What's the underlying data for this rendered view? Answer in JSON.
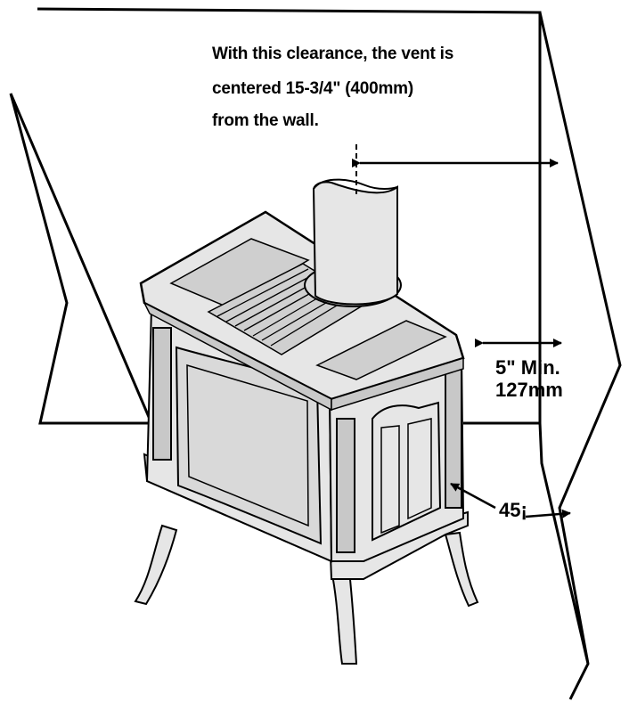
{
  "annotation": {
    "lines": [
      "With this clearance, the vent is",
      "centered 15-3/4\"  (400mm)",
      "from the wall."
    ]
  },
  "clearance": {
    "imperial": "5\" Min.",
    "metric": "127mm"
  },
  "angle": {
    "label": "45¡"
  },
  "colors": {
    "stroke": "#000000",
    "stove_fill": "#e6e6e6",
    "stove_dark": "#c8c8c8",
    "glass": "#d9d9d9",
    "background": "#ffffff"
  }
}
